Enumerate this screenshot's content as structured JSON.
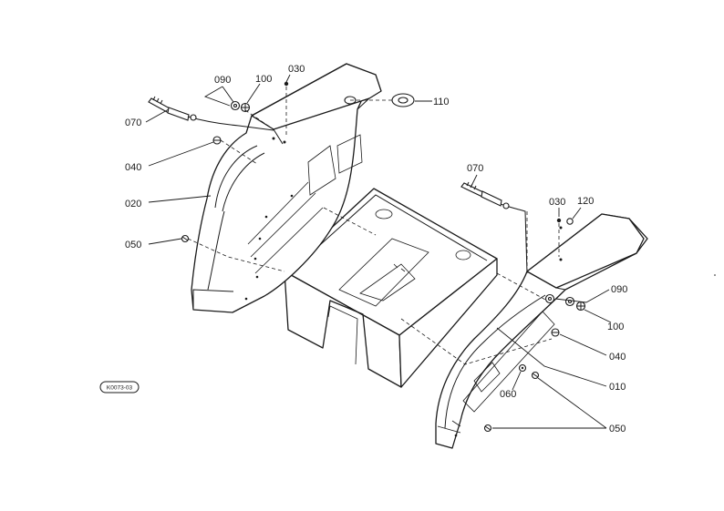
{
  "diagram": {
    "callouts": {
      "c030_left": "030",
      "c090_left": "090",
      "c100_left": "100",
      "c110": "110",
      "c070_left": "070",
      "c040_left": "040",
      "c020": "020",
      "c050_left": "050",
      "c070_right": "070",
      "c030_right": "030",
      "c120": "120",
      "c090_right": "090",
      "c100_right": "100",
      "c040_right": "040",
      "c010": "010",
      "c060": "060",
      "c050_right": "050"
    },
    "reference_code": "K0073-03"
  }
}
